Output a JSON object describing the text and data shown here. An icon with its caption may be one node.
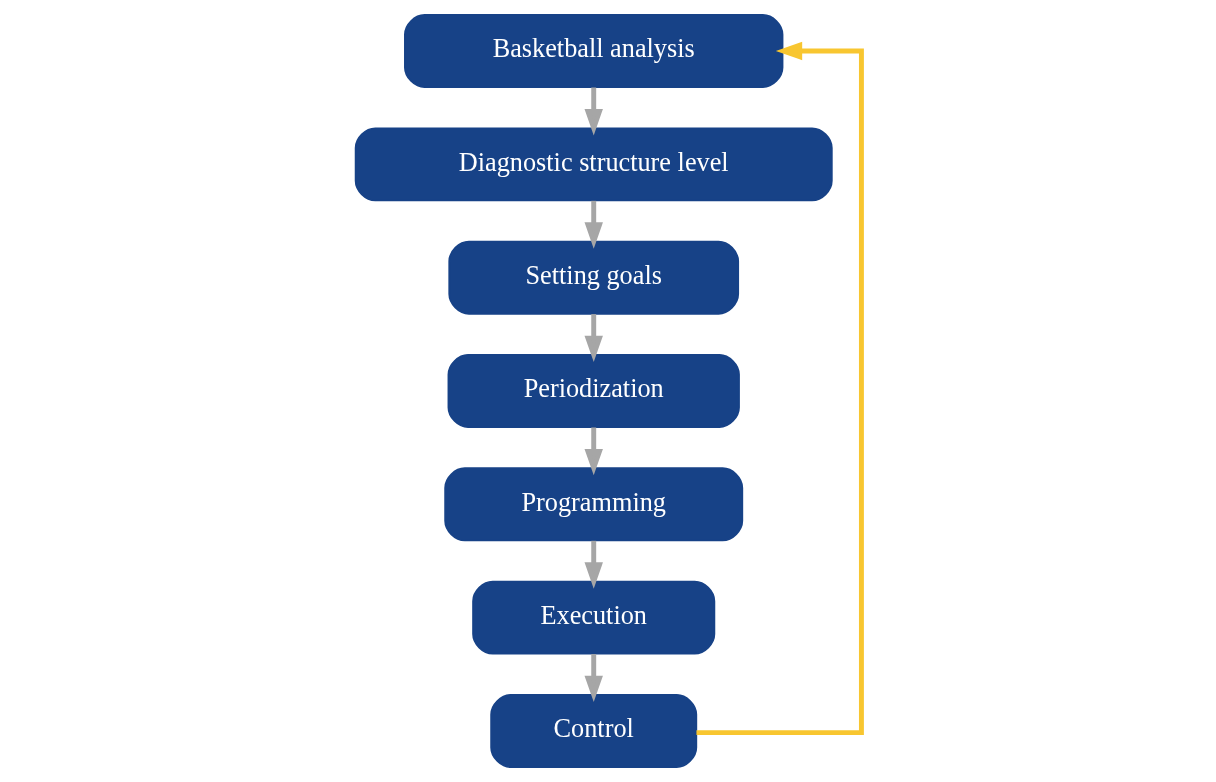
{
  "diagram": {
    "nodes": [
      {
        "text": [
          "Basketball analysis"
        ]
      },
      {
        "text": [
          "Diagnostic structure level"
        ]
      },
      {
        "text": [
          "Setting goals"
        ]
      },
      {
        "text": [
          "Periodization"
        ]
      },
      {
        "text": [
          "Programming"
        ]
      },
      {
        "text": [
          "Execution"
        ]
      },
      {
        "text": [
          "Control"
        ]
      }
    ],
    "edges": [
      {
        "from": 0,
        "to": 1,
        "arrow": "to"
      },
      {
        "from": 1,
        "to": 2,
        "arrow": "to"
      },
      {
        "from": 2,
        "to": 3,
        "arrow": "to"
      },
      {
        "from": 3,
        "to": 4,
        "arrow": "to"
      },
      {
        "from": 4,
        "to": 5,
        "arrow": "to"
      },
      {
        "from": 5,
        "to": 6,
        "arrow": "to"
      },
      {
        "from": 6,
        "to": 0,
        "arrow": "to",
        "color": "#f8c630"
      }
    ]
  }
}
